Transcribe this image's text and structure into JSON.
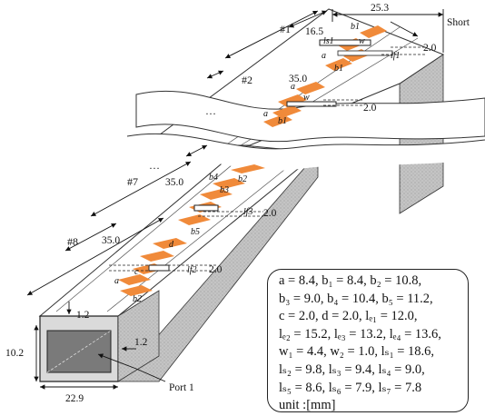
{
  "dims": {
    "top_width": "25.3",
    "short": "Short",
    "d16_5": "16.5",
    "d35_a": "35.0",
    "d35_b": "35.0",
    "d35_c": "35.0",
    "d2_a": "2.0",
    "d2_b": "2.0",
    "d2_c": "2.0",
    "d2_d": "2.0",
    "d1_2_top": "1.2",
    "d1_2_side": "1.2",
    "d10_2": "10.2",
    "d22_9": "22.9",
    "port": "Port 1"
  },
  "slots": {
    "s1": "#1",
    "s2": "#2",
    "s7": "#7",
    "s8": "#8"
  },
  "ellipsis": "…",
  "params": {
    "lines": [
      "a = 8.4, b₁ = 8.4, b₂ = 10.8,",
      "b₃ = 9.0, b₄ = 10.4, b₅ = 11.2,",
      "c = 2.0, d = 2.0, lₑ₁ = 12.0,",
      "lₑ₂ = 15.2, lₑ₃ = 13.2, lₑ₄ = 13.6,",
      "w₁ = 4.4, w₂ = 1.0, lₛ₁ = 18.6,",
      "lₛ₂ = 9.8, lₛ₃ = 9.4, lₛ₄ = 9.0,",
      "lₛ₅ = 8.6, lₛ₆ = 7.9, lₛ₇ = 7.8",
      "unit :[mm]"
    ]
  },
  "labels": {
    "a": "a",
    "b1": "b1",
    "b2": "b2",
    "b3": "b3",
    "b4": "b4",
    "b5": "b5",
    "w": "w",
    "ls1": "ls1",
    "lf1": "lf1",
    "lf2": "lf2",
    "lf3": "lf3",
    "d": "d",
    "c": "c"
  },
  "colors": {
    "patch": "#f08a3a",
    "side": "#b5b5b5",
    "port_fill": "#7a7a7a",
    "top": "#ffffff"
  }
}
